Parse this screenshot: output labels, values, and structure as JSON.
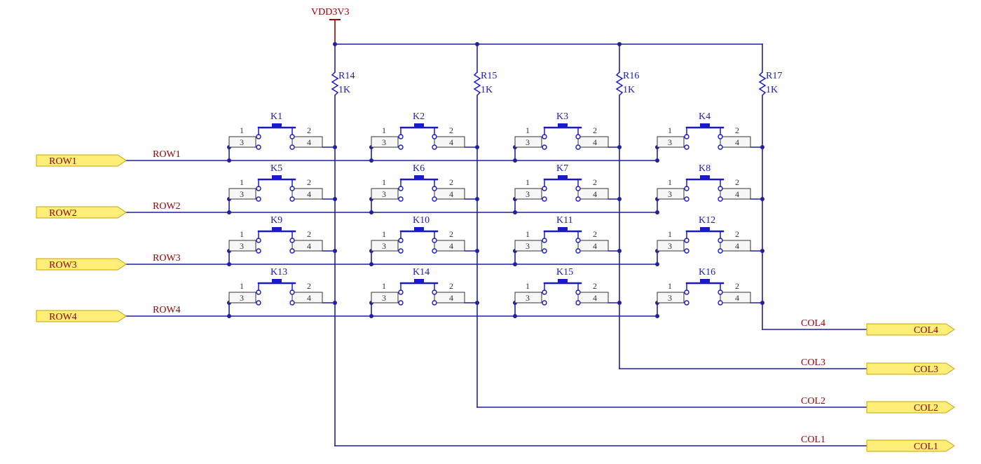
{
  "colors": {
    "wire": "#1f1fa0",
    "part": "#1a1acc",
    "net_label": "#990000",
    "port_fill": "#ffee77",
    "port_stroke": "#c9a400",
    "port_text": "#990000",
    "body_fill": "#f7f7f7",
    "power": "#990000"
  },
  "power": {
    "label": "VDD3V3"
  },
  "resistors": [
    {
      "ref": "R14",
      "value": "1K"
    },
    {
      "ref": "R15",
      "value": "1K"
    },
    {
      "ref": "R16",
      "value": "1K"
    },
    {
      "ref": "R17",
      "value": "1K"
    }
  ],
  "switch_pins": {
    "p1": "1",
    "p2": "2",
    "p3": "3",
    "p4": "4"
  },
  "switches": [
    [
      "K1",
      "K2",
      "K3",
      "K4"
    ],
    [
      "K5",
      "K6",
      "K7",
      "K8"
    ],
    [
      "K9",
      "K10",
      "K11",
      "K12"
    ],
    [
      "K13",
      "K14",
      "K15",
      "K16"
    ]
  ],
  "rows": [
    {
      "port": "ROW1",
      "net": "ROW1"
    },
    {
      "port": "ROW2",
      "net": "ROW2"
    },
    {
      "port": "ROW3",
      "net": "ROW3"
    },
    {
      "port": "ROW4",
      "net": "ROW4"
    }
  ],
  "cols": [
    {
      "port": "COL1",
      "net": "COL1"
    },
    {
      "port": "COL2",
      "net": "COL2"
    },
    {
      "port": "COL3",
      "net": "COL3"
    },
    {
      "port": "COL4",
      "net": "COL4"
    }
  ]
}
